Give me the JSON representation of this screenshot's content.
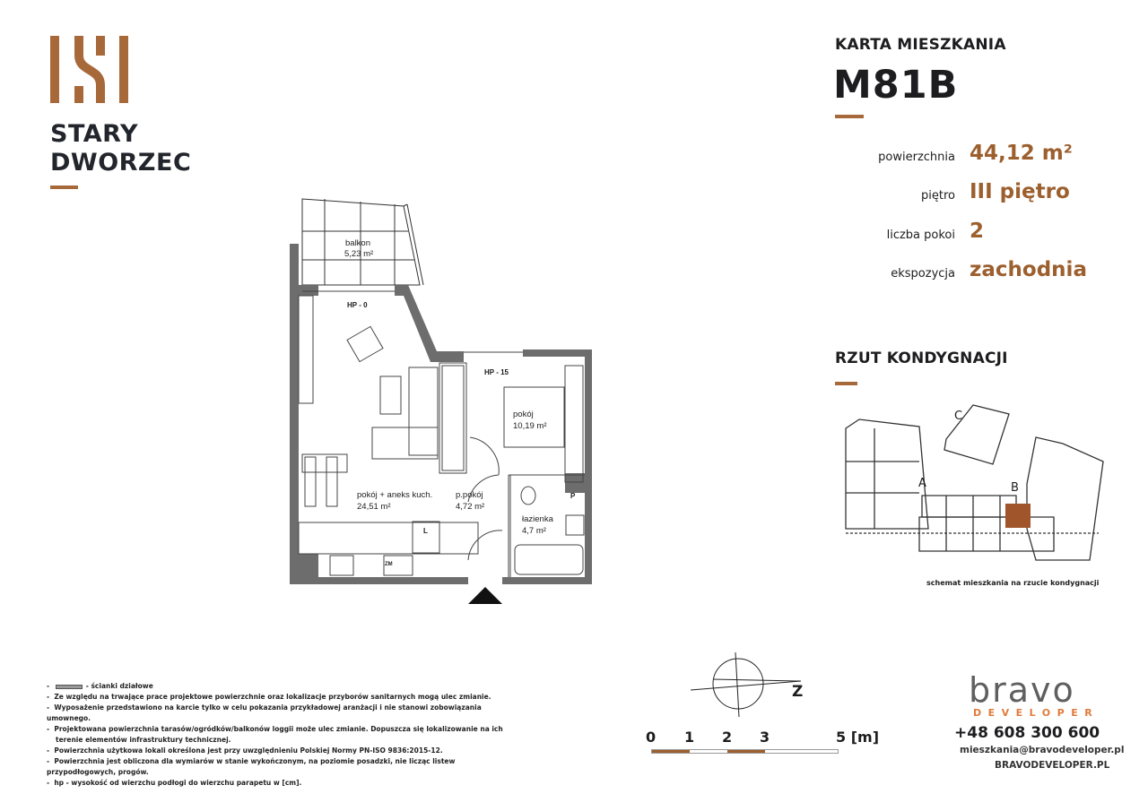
{
  "brand": {
    "logo_line1": "STARY",
    "logo_line2": "DWORZEC",
    "accent": "#9c5f2e"
  },
  "header": {
    "title": "KARTA MIESZKANIA",
    "code": "M81B"
  },
  "properties": [
    {
      "label": "powierzchnia",
      "value": "44,12 m²"
    },
    {
      "label": "piętro",
      "value": "III piętro"
    },
    {
      "label": "liczba pokoi",
      "value": "2"
    },
    {
      "label": "ekspozycja",
      "value": "zachodnia"
    }
  ],
  "floor_plan": {
    "rooms": [
      {
        "name": "balkon",
        "area": "5,23 m²"
      },
      {
        "name": "pokój",
        "area": "10,19 m²"
      },
      {
        "name": "pokój + aneks kuch.",
        "area": "24,51 m²"
      },
      {
        "name": "p.pokój",
        "area": "4,72 m²"
      },
      {
        "name": "łazienka",
        "area": "4,7 m²"
      }
    ],
    "hp_labels": [
      "HP - 0",
      "HP - 15"
    ],
    "fixture_labels": [
      "L",
      "P",
      "ZM"
    ]
  },
  "storey": {
    "title": "RZUT KONDYGNACJI",
    "buildings": [
      "A",
      "B",
      "C"
    ],
    "caption": "schemat mieszkania na rzucie kondygnacji"
  },
  "notes": [
    "- ścianki działowe",
    "Ze względu na trwające prace projektowe powierzchnie oraz lokalizacje przyborów sanitarnych mogą ulec zmianie.",
    "Wyposażenie przedstawiono na karcie tylko w celu pokazania przykładowej aranżacji i nie stanowi zobowiązania umownego.",
    "Projektowana powierzchnia tarasów/ogródków/balkonów loggii może ulec zmianie. Dopuszcza się lokalizowanie na ich terenie elementów infrastruktury technicznej.",
    "Powierzchnia użytkowa lokali określona jest przy uwzględnieniu Polskiej Normy PN-ISO 9836:2015-12.",
    "Powierzchnia jest obliczona dla wymiarów w stanie wykończonym, na poziomie posadzki, nie licząc listew przypodłogowych, progów.",
    "hp - wysokość od wierzchu podłogi do wierzchu parapetu w [cm]."
  ],
  "compass": {
    "label": "Z"
  },
  "scale": {
    "ticks": [
      "0",
      "1",
      "2",
      "3",
      "5 [m]"
    ]
  },
  "developer": {
    "logo_top": "bravo",
    "logo_bottom": "DEVELOPER",
    "phone": "+48 608 300 600",
    "email": "mieszkania@bravodeveloper.pl",
    "website": "BRAVODEVELOPER.PL"
  }
}
